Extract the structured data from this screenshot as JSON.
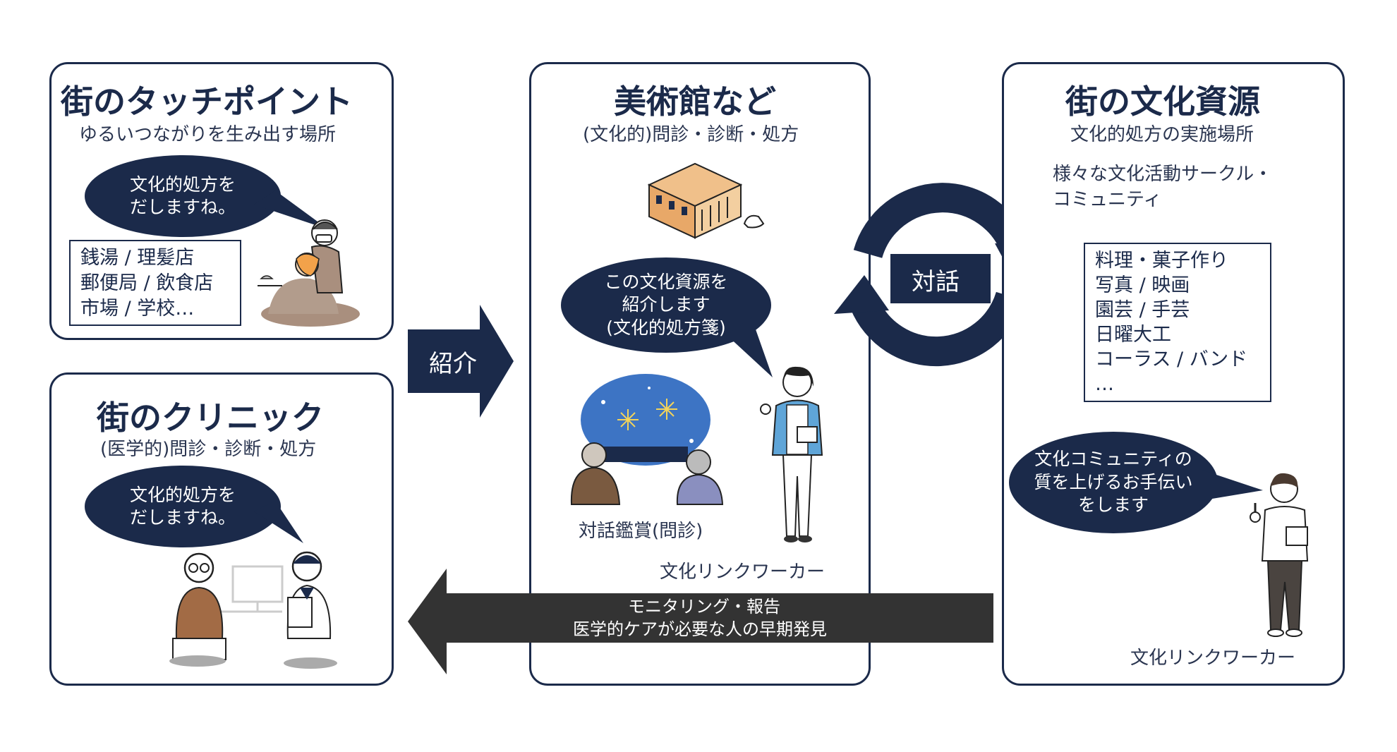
{
  "touchpoint": {
    "title": "街のタッチポイント",
    "subtitle": "ゆるいつながりを生み出す場所",
    "bubble_line1": "文化的処方を",
    "bubble_line2": "だしますね。",
    "list": [
      "銭湯 / 理髪店",
      "郵便局 / 飲食店",
      "市場 / 学校…"
    ]
  },
  "clinic": {
    "title": "街のクリニック",
    "subtitle": "(医学的)問診・診断・処方",
    "bubble_line1": "文化的処方を",
    "bubble_line2": "だしますね。"
  },
  "museum": {
    "title": "美術館など",
    "subtitle": "(文化的)問診・診断・処方",
    "bubble_line1": "この文化資源を",
    "bubble_line2": "紹介します",
    "bubble_line3": "(文化的処方箋)",
    "appreciation_label": "対話鑑賞(問診)",
    "worker_label": "文化リンクワーカー"
  },
  "culture": {
    "title": "街の文化資源",
    "subtitle": "文化的処方の実施場所",
    "circles_line1": "様々な文化活動サークル・",
    "circles_line2": "コミュニティ",
    "list": [
      "料理・菓子作り",
      "写真 / 映画",
      "園芸 / 手芸",
      "日曜大工",
      "コーラス / バンド",
      "…"
    ],
    "bubble_line1": "文化コミュニティの",
    "bubble_line2": "質を上げるお手伝い",
    "bubble_line3": "をします",
    "worker_label": "文化リンクワーカー"
  },
  "arrows": {
    "referral": "紹介",
    "dialogue": "対話",
    "monitoring_line1": "モニタリング・報告",
    "monitoring_line2": "医学的ケアが必要な人の早期発見"
  },
  "colors": {
    "navy": "#1b2a4a",
    "dark_arrow": "#333333",
    "fireworks_bg": "#3d74c4"
  }
}
